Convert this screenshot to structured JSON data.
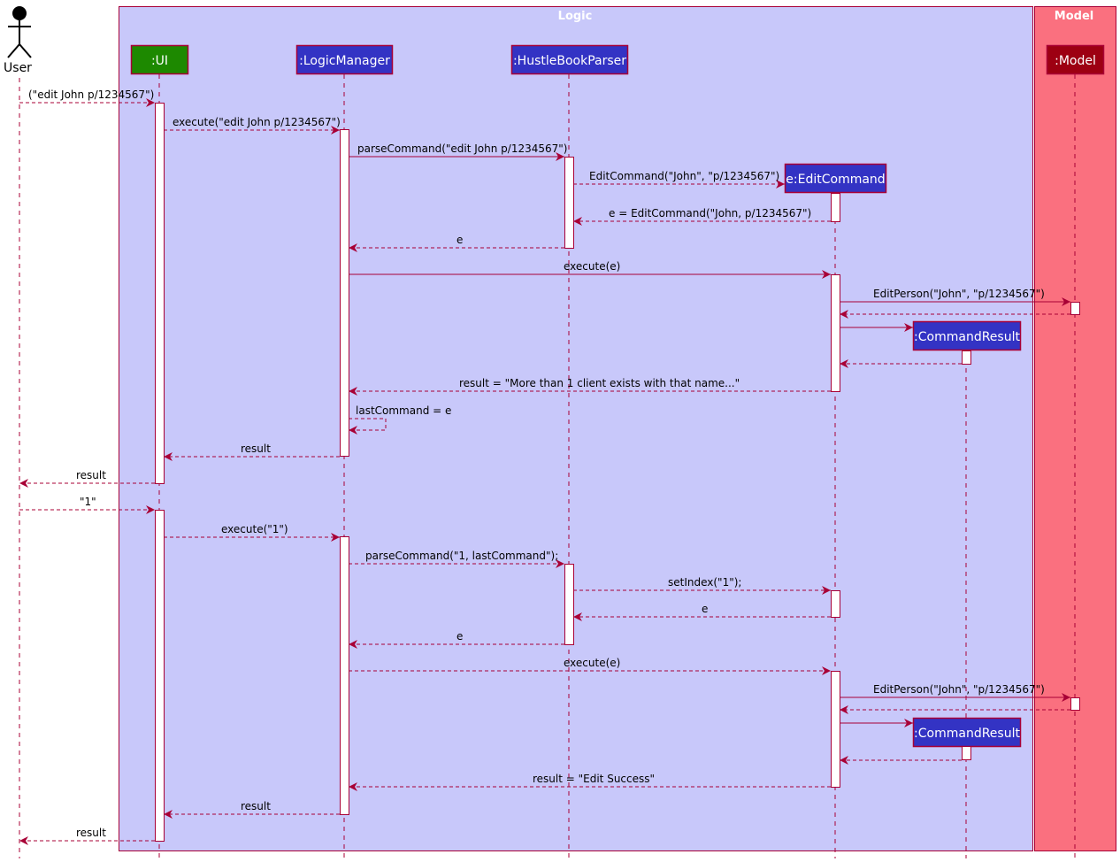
{
  "colors": {
    "logic_bg": "#C8C8FA",
    "model_bg": "#FA707F",
    "border": "#A80036",
    "ui_fill": "#1D8900",
    "participant_fill": "#3333C4",
    "model_fill": "#9D0012",
    "arrow": "#A80036"
  },
  "groups": {
    "logic": "Logic",
    "model": "Model"
  },
  "actor": {
    "name": "User"
  },
  "participants": {
    "ui": ":UI",
    "logic_manager": ":LogicManager",
    "parser": ":HustleBookParser",
    "edit_command": "e:EditCommand",
    "command_result": ":CommandResult",
    "model": ":Model"
  },
  "messages": [
    {
      "label": "(\"edit John p/1234567\")"
    },
    {
      "label": "execute(\"edit John p/1234567\")"
    },
    {
      "label": "parseCommand(\"edit John p/1234567\")"
    },
    {
      "label": "EditCommand(\"John\", \"p/1234567\")"
    },
    {
      "label": "e = EditCommand(\"John, p/1234567\")"
    },
    {
      "label": "e"
    },
    {
      "label": "execute(e)"
    },
    {
      "label": "EditPerson(\"John\", \"p/1234567\")"
    },
    {
      "label": ""
    },
    {
      "label": ""
    },
    {
      "label": ""
    },
    {
      "label": "result = \"More than 1 client exists with that name...\""
    },
    {
      "label": "lastCommand = e"
    },
    {
      "label": "result"
    },
    {
      "label": "result"
    },
    {
      "label": "\"1\""
    },
    {
      "label": "execute(\"1\")"
    },
    {
      "label": "parseCommand(\"1, lastCommand\");"
    },
    {
      "label": "setIndex(\"1\");"
    },
    {
      "label": "e"
    },
    {
      "label": "e"
    },
    {
      "label": "execute(e)"
    },
    {
      "label": "EditPerson(\"John\", \"p/1234567\")"
    },
    {
      "label": ""
    },
    {
      "label": ""
    },
    {
      "label": ""
    },
    {
      "label": "result = \"Edit Success\""
    },
    {
      "label": "result"
    },
    {
      "label": "result"
    }
  ]
}
